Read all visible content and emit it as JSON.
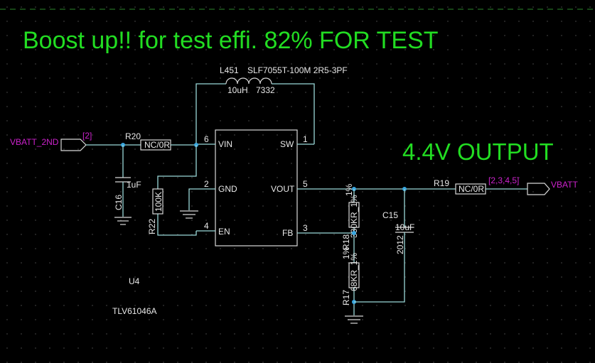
{
  "title": "Boost up!! for test effi. 82% FOR TEST",
  "output_note": "4.4V OUTPUT",
  "inductor": {
    "ref": "L451",
    "part": "SLF7055T-100M 2R5-3PF",
    "value": "10uH",
    "code": "7332"
  },
  "ic": {
    "ref": "U4",
    "part": "TLV61046A",
    "pins": [
      {
        "num": "6",
        "name": "VIN"
      },
      {
        "num": "2",
        "name": "GND"
      },
      {
        "num": "4",
        "name": "EN"
      },
      {
        "num": "1",
        "name": "SW"
      },
      {
        "num": "5",
        "name": "VOUT"
      },
      {
        "num": "3",
        "name": "FB"
      }
    ]
  },
  "nets": {
    "vbatt_2nd": "VBATT_2ND",
    "vbatt_2nd_ref": "[2]",
    "vbatt": "VBATT",
    "vbatt_ref": "[2,3,4,5]"
  },
  "parts": {
    "r20": {
      "ref": "R20",
      "value": "NC/0R"
    },
    "c16": {
      "ref": "C16",
      "value": "1uF"
    },
    "r22": {
      "ref": "R22",
      "value": "100K"
    },
    "r18": {
      "ref": "R18",
      "value": "330KR_1%",
      "tol": "1%"
    },
    "r17": {
      "ref": "R17",
      "value": "68KR_1%",
      "tol": "1%"
    },
    "c15": {
      "ref": "C15",
      "value": "10uF",
      "size": "2012"
    },
    "r19": {
      "ref": "R19",
      "value": "NC/0R"
    }
  },
  "colors": {
    "background": "#000000",
    "title": "#22dd22",
    "wire": "#9ad8d8",
    "net_label": "#cc22cc",
    "node": "#3aa7e0"
  }
}
